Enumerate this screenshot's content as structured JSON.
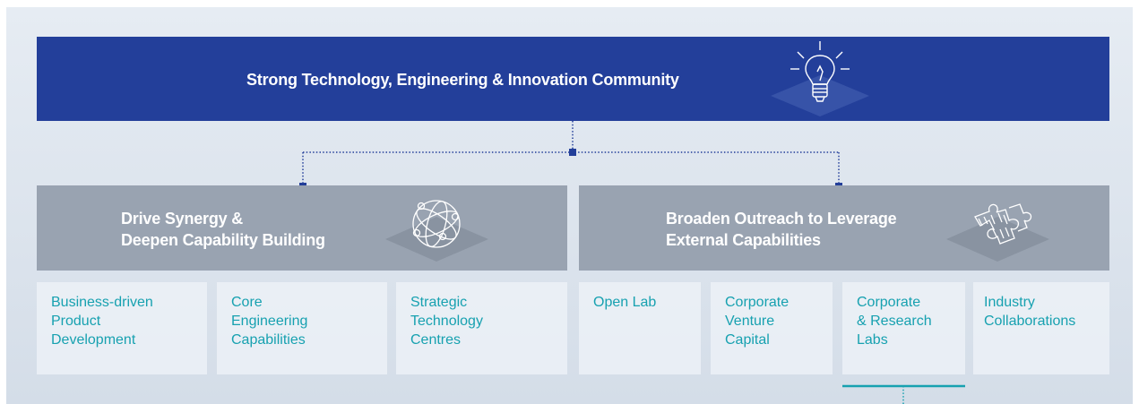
{
  "top": {
    "title": "Strong Technology, Engineering & Innovation Community",
    "icon": "lightbulb-icon"
  },
  "pillars": [
    {
      "title_line1": "Drive Synergy &",
      "title_line2": "Deepen Capability Building",
      "icon": "globe-network-icon",
      "items": [
        {
          "lines": [
            "Business-driven",
            "Product",
            "Development"
          ]
        },
        {
          "lines": [
            "Core",
            "Engineering",
            "Capabilities"
          ]
        },
        {
          "lines": [
            "Strategic",
            "Technology",
            "Centres"
          ]
        }
      ]
    },
    {
      "title_line1": "Broaden Outreach to Leverage",
      "title_line2": "External Capabilities",
      "icon": "puzzle-icon",
      "items": [
        {
          "lines": [
            "Open Lab"
          ]
        },
        {
          "lines": [
            "Corporate",
            "Venture",
            "Capital"
          ]
        },
        {
          "lines": [
            "Corporate",
            "& Research",
            "Labs"
          ]
        },
        {
          "lines": [
            "Industry",
            "Collaborations"
          ]
        }
      ]
    }
  ],
  "colors": {
    "top_box": "#233f9a",
    "pillar_box": "#99a3b1",
    "item_text": "#17a1b0",
    "connector": "#233f9a",
    "highlight_line": "#17a1b0"
  }
}
